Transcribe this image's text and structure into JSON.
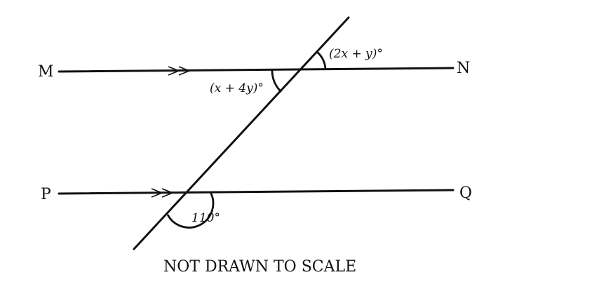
{
  "points": {
    "m": "M",
    "n": "N",
    "p": "P",
    "q": "Q"
  },
  "angles": {
    "top_right": "(2x + y)°",
    "top_left": "(x + 4y)°",
    "bottom_left": "110°"
  },
  "note": "NOT DRAWN TO SCALE"
}
